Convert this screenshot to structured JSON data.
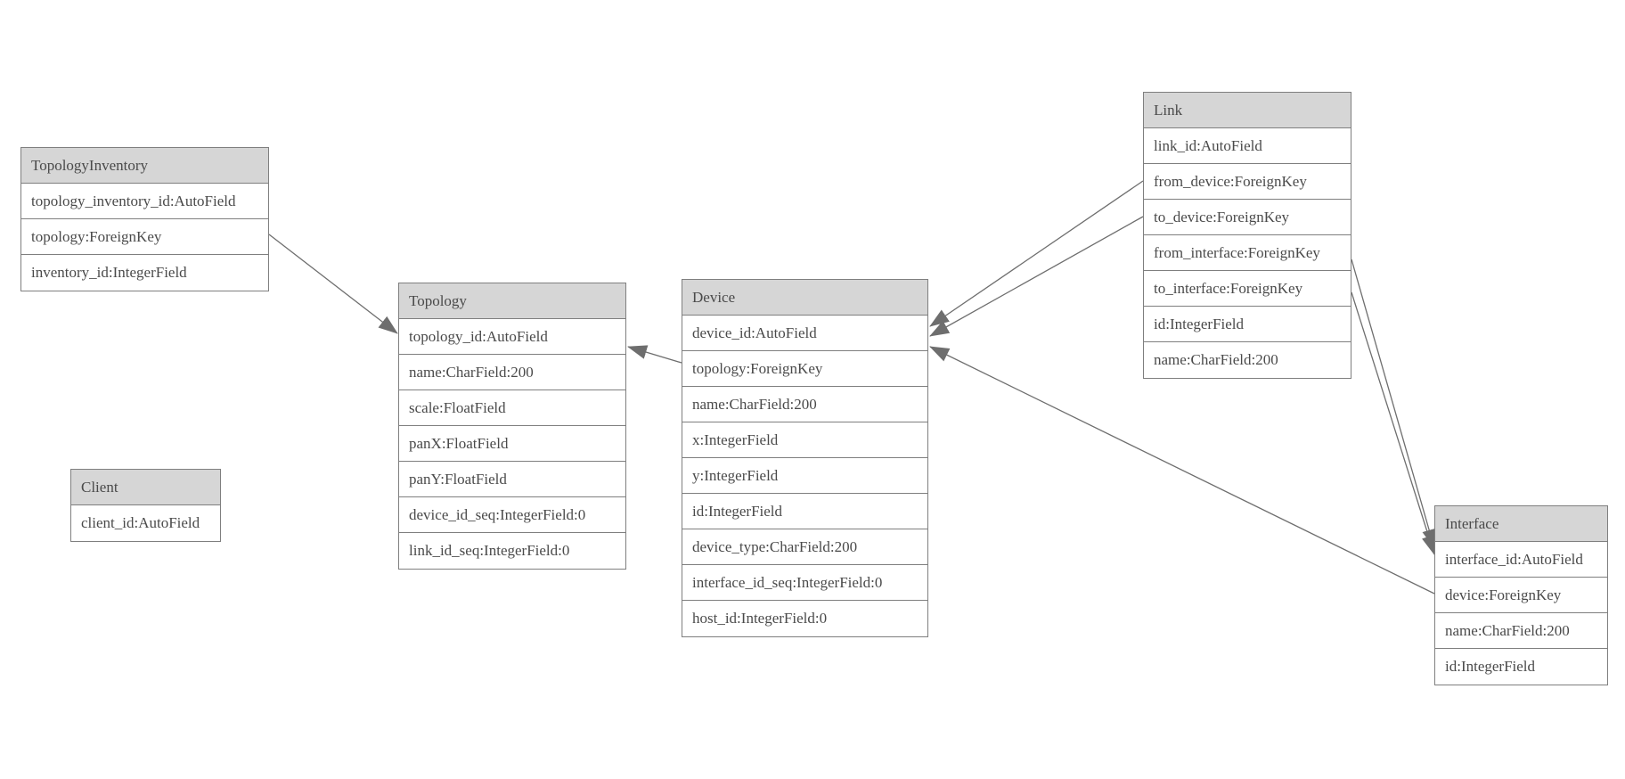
{
  "diagram": {
    "colors": {
      "background": "#ffffff",
      "header_fill": "#d6d6d6",
      "border": "#7f7f7f",
      "text": "#4a4a4a",
      "edge": "#6e6e6e"
    },
    "entities": [
      {
        "name": "TopologyInventory",
        "fields": [
          "topology_inventory_id:AutoField",
          "topology:ForeignKey",
          "inventory_id:IntegerField"
        ]
      },
      {
        "name": "Topology",
        "fields": [
          "topology_id:AutoField",
          "name:CharField:200",
          "scale:FloatField",
          "panX:FloatField",
          "panY:FloatField",
          "device_id_seq:IntegerField:0",
          "link_id_seq:IntegerField:0"
        ]
      },
      {
        "name": "Client",
        "fields": [
          "client_id:AutoField"
        ]
      },
      {
        "name": "Device",
        "fields": [
          "device_id:AutoField",
          "topology:ForeignKey",
          "name:CharField:200",
          "x:IntegerField",
          "y:IntegerField",
          "id:IntegerField",
          "device_type:CharField:200",
          "interface_id_seq:IntegerField:0",
          "host_id:IntegerField:0"
        ]
      },
      {
        "name": "Link",
        "fields": [
          "link_id:AutoField",
          "from_device:ForeignKey",
          "to_device:ForeignKey",
          "from_interface:ForeignKey",
          "to_interface:ForeignKey",
          "id:IntegerField",
          "name:CharField:200"
        ]
      },
      {
        "name": "Interface",
        "fields": [
          "interface_id:AutoField",
          "device:ForeignKey",
          "name:CharField:200",
          "id:IntegerField"
        ]
      }
    ],
    "relations": [
      {
        "from_entity": "TopologyInventory",
        "from_field": "topology",
        "to_entity": "Topology",
        "to_field": "topology_id"
      },
      {
        "from_entity": "Device",
        "from_field": "topology",
        "to_entity": "Topology",
        "to_field": "topology_id"
      },
      {
        "from_entity": "Link",
        "from_field": "from_device",
        "to_entity": "Device",
        "to_field": "device_id"
      },
      {
        "from_entity": "Link",
        "from_field": "to_device",
        "to_entity": "Device",
        "to_field": "device_id"
      },
      {
        "from_entity": "Link",
        "from_field": "from_interface",
        "to_entity": "Interface",
        "to_field": "interface_id"
      },
      {
        "from_entity": "Link",
        "from_field": "to_interface",
        "to_entity": "Interface",
        "to_field": "interface_id"
      },
      {
        "from_entity": "Interface",
        "from_field": "device",
        "to_entity": "Device",
        "to_field": "device_id"
      }
    ]
  }
}
